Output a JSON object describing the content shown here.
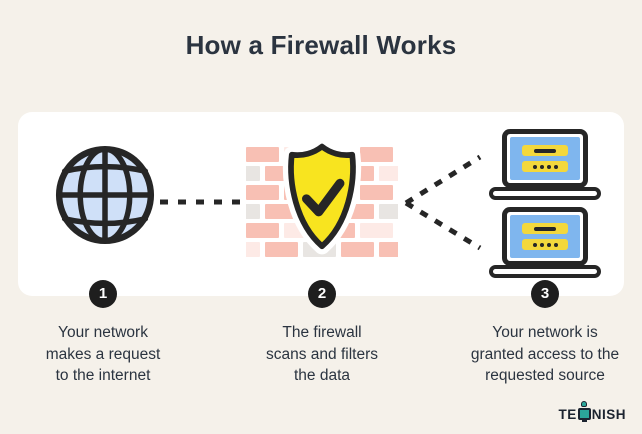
{
  "title": "How a Firewall Works",
  "steps": [
    {
      "number": "1",
      "icon": "globe-icon",
      "caption_lines": [
        "Your network",
        "makes a request",
        "to the internet"
      ]
    },
    {
      "number": "2",
      "icon": "firewall-shield-icon",
      "caption_lines": [
        "The firewall",
        "scans and filters",
        "the data"
      ]
    },
    {
      "number": "3",
      "icon": "laptops-icon",
      "caption_lines": [
        "Your network is",
        "granted access to the",
        "requested source"
      ]
    }
  ],
  "logo": {
    "text_before": "TE",
    "text_after": "NISH",
    "full_name": "TECHNISH"
  },
  "colors": {
    "background": "#f5f1ea",
    "card": "#ffffff",
    "ink": "#2b3440",
    "outline": "#262626",
    "globe_fill": "#cfe0f8",
    "shield_yellow": "#f8e41f",
    "laptop_screen_blue": "#7fb6ee",
    "laptop_bar_yellow": "#f3d83c",
    "step_circle": "#1e1e1e",
    "logo_teal": "#2ba69a",
    "brick_salmon": "#f8c0b4",
    "brick_pale": "#fdeae6",
    "brick_gray": "#e8e5e2"
  },
  "firewall_bricks": {
    "rows": [
      [
        "brick_salmon",
        "brick_pale",
        "brick_salmon",
        "brick_salmon",
        "brick_salmon"
      ],
      [
        "brick_gray",
        "brick_salmon",
        "brick_pale",
        "brick_salmon",
        "brick_pale"
      ],
      [
        "brick_salmon",
        "brick_salmon",
        "brick_pale",
        "brick_salmon",
        "brick_salmon"
      ],
      [
        "brick_gray",
        "brick_salmon",
        "brick_salmon",
        "brick_salmon",
        "brick_gray"
      ],
      [
        "brick_salmon",
        "brick_pale",
        "brick_salmon",
        "brick_pale",
        "brick_salmon"
      ],
      [
        "brick_pale",
        "brick_salmon",
        "brick_gray",
        "brick_salmon",
        "brick_salmon"
      ]
    ]
  }
}
